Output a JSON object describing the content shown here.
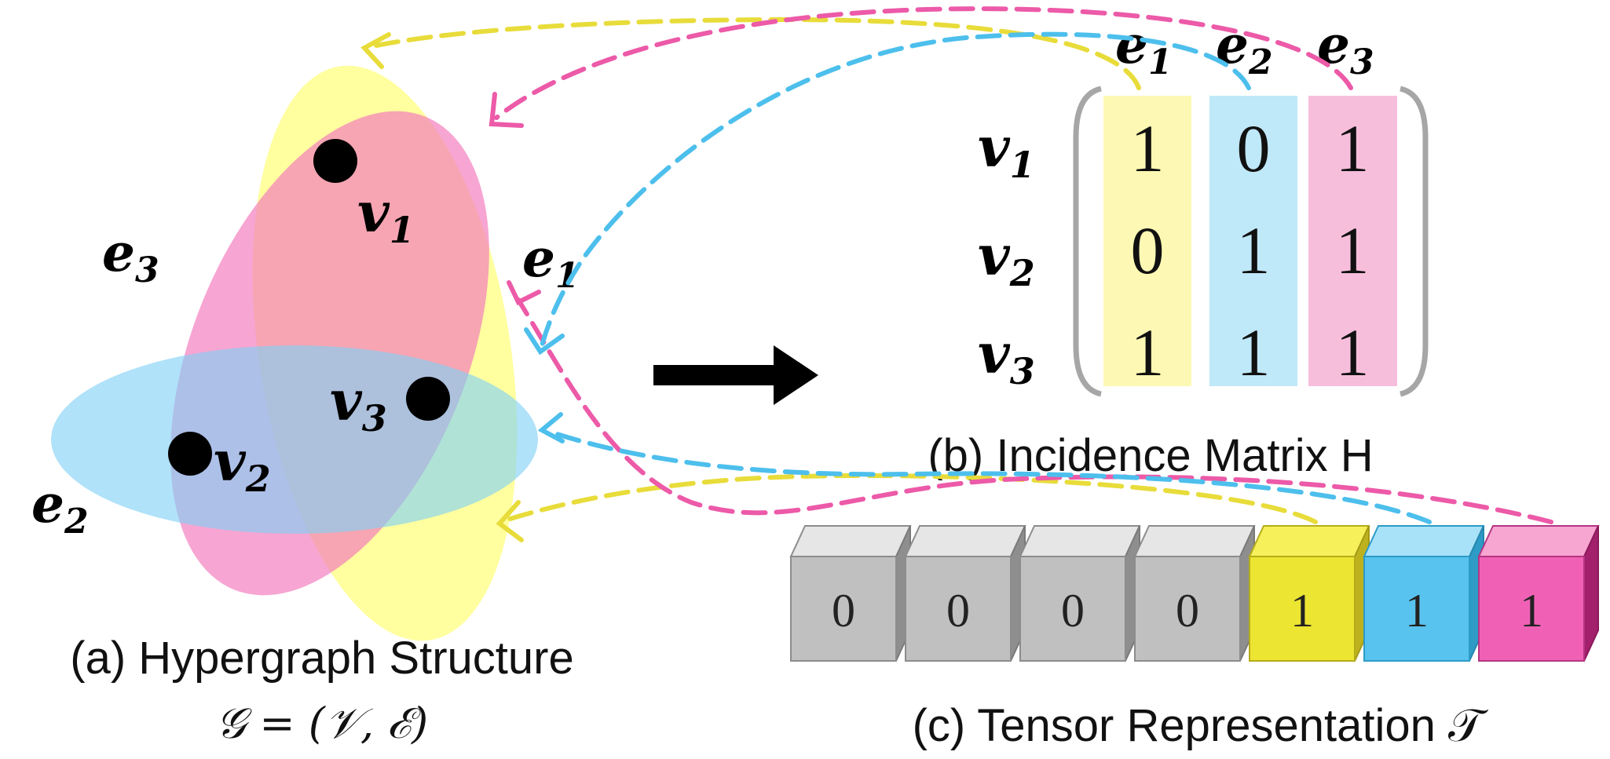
{
  "hypergraph": {
    "caption": "(a) Hypergraph Structure",
    "formula": "𝒢 = (𝒱, ℰ)",
    "vertices": [
      {
        "label": "v",
        "sub": "1"
      },
      {
        "label": "v",
        "sub": "2"
      },
      {
        "label": "v",
        "sub": "3"
      }
    ],
    "edges": [
      {
        "label": "e",
        "sub": "1",
        "color": "#ffff80"
      },
      {
        "label": "e",
        "sub": "2",
        "color": "#7fd0f5"
      },
      {
        "label": "e",
        "sub": "3",
        "color": "#f37bbd"
      }
    ]
  },
  "matrix": {
    "caption": "(b) Incidence Matrix H",
    "col_headers": [
      {
        "label": "e",
        "sub": "1"
      },
      {
        "label": "e",
        "sub": "2"
      },
      {
        "label": "e",
        "sub": "3"
      }
    ],
    "row_headers": [
      {
        "label": "v",
        "sub": "1"
      },
      {
        "label": "v",
        "sub": "2"
      },
      {
        "label": "v",
        "sub": "3"
      }
    ],
    "values": [
      [
        1,
        0,
        1
      ],
      [
        0,
        1,
        1
      ],
      [
        1,
        1,
        1
      ]
    ],
    "column_colors": [
      "#fdf9b4",
      "#bfe8f8",
      "#f7bedc"
    ]
  },
  "tensor": {
    "caption": "(c) Tensor Representation 𝒯",
    "cells": [
      {
        "value": "0",
        "color": "#c0c0c0"
      },
      {
        "value": "0",
        "color": "#c0c0c0"
      },
      {
        "value": "0",
        "color": "#c0c0c0"
      },
      {
        "value": "0",
        "color": "#c0c0c0"
      },
      {
        "value": "1",
        "color": "#ece532"
      },
      {
        "value": "1",
        "color": "#58c3ee"
      },
      {
        "value": "1",
        "color": "#f061b6"
      }
    ]
  },
  "colors": {
    "yellow_arrow": "#e8dc3a",
    "blue_arrow": "#4dbfec",
    "pink_arrow": "#ec5aa8",
    "main_arrow": "#000000"
  }
}
